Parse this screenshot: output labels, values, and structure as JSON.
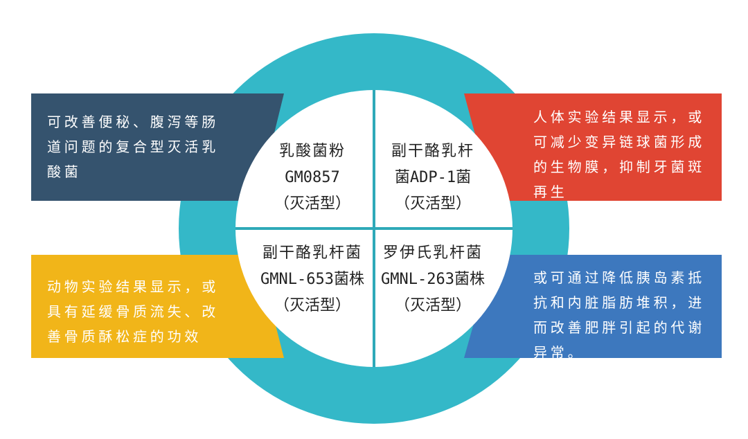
{
  "colors": {
    "ring": "#34b8c8",
    "disc": "#ffffff",
    "divider": "#2ea9b8",
    "box_top_left": "#35536e",
    "box_top_right": "#e04533",
    "box_bottom_left": "#f1b519",
    "box_bottom_right": "#3d78be",
    "box_text": "#ffffff",
    "quadrant_text": "#222222"
  },
  "quadrants": {
    "top_left": {
      "name": "乳酸菌粉",
      "code": "GM0857",
      "type": "（灭活型）"
    },
    "top_right": {
      "name": "副干酪乳杆",
      "code": "菌ADP-1菌",
      "type": "（灭活型）"
    },
    "bottom_left": {
      "name": "副干酪乳杆菌",
      "code": "GMNL-653菌株",
      "type": "（灭活型）"
    },
    "bottom_right": {
      "name": "罗伊氏乳杆菌",
      "code": "GMNL-263菌株",
      "type": "（灭活型）"
    }
  },
  "boxes": {
    "top_left": "可改善便秘、腹泻等肠道问题的复合型灭活乳酸菌",
    "top_right": "人体实验结果显示，或可减少变异链球菌形成的生物膜，抑制牙菌斑再生",
    "bottom_left": "动物实验结果显示，或具有延缓骨质流失、改善骨质酥松症的功效",
    "bottom_right": "或可通过降低胰岛素抵抗和内脏脂肪堆积，进而改善肥胖引起的代谢异常。"
  }
}
